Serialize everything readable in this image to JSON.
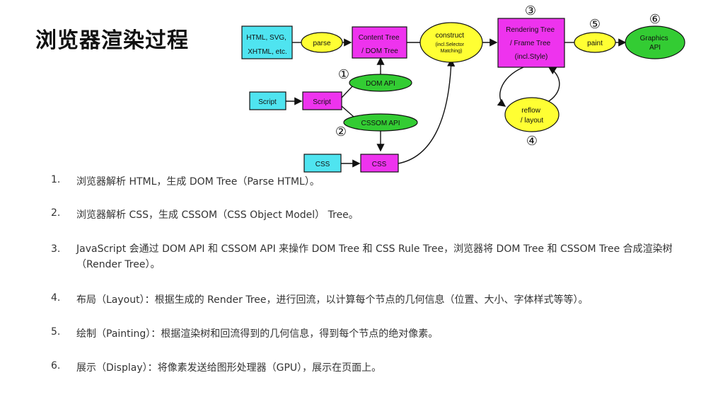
{
  "title": "浏览器渲染过程",
  "diagram": {
    "nodes": {
      "html_input": [
        "HTML, SVG,",
        "XHTML, etc."
      ],
      "parse": "parse",
      "content_tree": [
        "Content Tree",
        "/ DOM Tree"
      ],
      "construct": [
        "construct",
        "(incl.Selector",
        "Matching)"
      ],
      "rendering_tree": [
        "Rendering Tree",
        "/ Frame Tree",
        "(incl.Style)"
      ],
      "paint": "paint",
      "graphics_api": [
        "Graphics",
        "API"
      ],
      "dom_api": "DOM API",
      "script_input": "Script",
      "script_box": "Script",
      "cssom_api": "CSSOM API",
      "css_input": "CSS",
      "css_box": "CSS",
      "reflow": [
        "reflow",
        "/ layout"
      ]
    },
    "markers": [
      "①",
      "②",
      "③",
      "④",
      "⑤",
      "⑥"
    ],
    "colors": {
      "cyan": "#4fe4f0",
      "magenta": "#ee33ee",
      "yellow": "#ffff33",
      "green": "#33cc33"
    }
  },
  "steps": [
    {
      "num": "1.",
      "text": "浏览器解析 HTML，生成 DOM Tree（Parse HTML）。"
    },
    {
      "num": "2.",
      "text": "浏览器解析 CSS，生成 CSSOM（CSS Object Model） Tree。"
    },
    {
      "num": "3.",
      "text": "JavaScript 会通过 DOM API 和 CSSOM API 来操作 DOM Tree 和 CSS Rule Tree，浏览器将 DOM Tree 和 CSSOM Tree 合成渲染树（Render Tree）。"
    },
    {
      "num": "4.",
      "text": "布局（Layout）：根据生成的 Render Tree，进行回流，以计算每个节点的几何信息（位置、大小、字体样式等等）。"
    },
    {
      "num": "5.",
      "text": "绘制（Painting）：根据渲染树和回流得到的几何信息，得到每个节点的绝对像素。"
    },
    {
      "num": "6.",
      "text": "展示（Display）：将像素发送给图形处理器（GPU），展示在页面上。"
    }
  ]
}
